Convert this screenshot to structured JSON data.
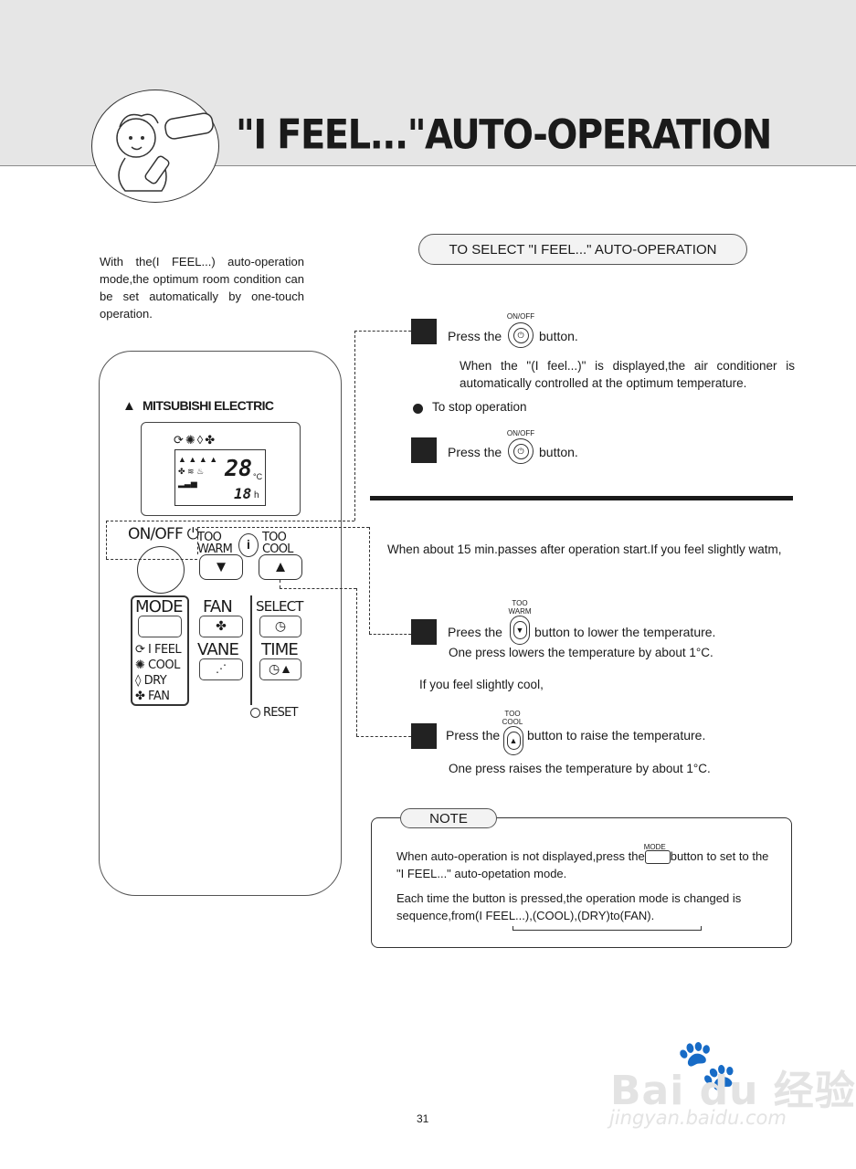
{
  "title": "\"I FEEL...\"AUTO-OPERATION",
  "intro": "With the(I FEEL...) auto-operation mode,the optimum room condition can be set automatically by one-touch operation.",
  "section_heading": "TO SELECT \"I FEEL...\" AUTO-OPERATION",
  "remote": {
    "brand": "MITSUBISHI ELECTRIC",
    "lcd_temp": "28",
    "lcd_unit": "°C",
    "lcd_time": "18",
    "lcd_time_unit": "h",
    "onoff_label": "ON/OFF",
    "too_warm_label": "TOO\nWARM",
    "too_cool_label": "TOO\nCOOL",
    "mode_label": "MODE",
    "fan_label": "FAN",
    "vane_label": "VANE",
    "select_label": "SELECT",
    "time_label": "TIME",
    "reset_label": "RESET",
    "mode_list": [
      "I FEEL",
      "COOL",
      "DRY",
      "FAN"
    ]
  },
  "step1": {
    "button_label": "ON/OFF",
    "press_the": "Press the",
    "button_word": "button.",
    "note": "When the \"(I feel...)\" is displayed,the air conditioner is automatically controlled at the optimum temperature."
  },
  "stop": {
    "heading": "To stop operation",
    "button_label": "ON/OFF",
    "press_the": "Press the",
    "button_word": "button."
  },
  "warm_intro": "When about 15 min.passes after operation start.If you feel slightly watm,",
  "step_warm": {
    "button_label": "TOO WARM",
    "prees_the": "Prees the",
    "action": "button to lower the temperature.",
    "detail": "One press lowers the temperature by about 1°C."
  },
  "cool_intro": "If you feel slightly cool,",
  "step_cool": {
    "button_label": "TOO COOL",
    "press_the": "Press the",
    "action": "button to raise the temperature.",
    "detail": "One press raises the temperature by about 1°C."
  },
  "note": {
    "label": "NOTE",
    "mode_tag": "MODE",
    "p1_a": "When auto-operation is not displayed,press the",
    "p1_b": "button to set to the \"I FEEL...\" auto-opetation mode.",
    "p2": "Each time the button is pressed,the operation mode is changed is sequence,from(I FEEL...),(COOL),(DRY)to(FAN)."
  },
  "page_number": "31",
  "watermark": {
    "main": "Bai du 经验",
    "sub": "jingyan.baidu.com"
  },
  "icons": [
    "i-feel-icon",
    "cool-icon",
    "dry-icon",
    "fan-icon",
    "clock-icon",
    "power-icon"
  ]
}
